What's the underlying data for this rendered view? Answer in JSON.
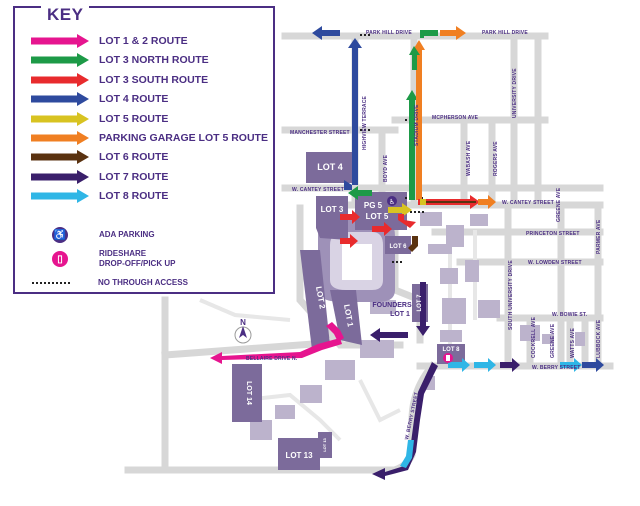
{
  "key": {
    "title": "KEY",
    "routes": [
      {
        "label": "LOT 1 & 2 ROUTE",
        "color": "#e6158f"
      },
      {
        "label": "LOT 3 NORTH ROUTE",
        "color": "#1d9a47"
      },
      {
        "label": "LOT 3 SOUTH ROUTE",
        "color": "#e82b2d"
      },
      {
        "label": "LOT 4 ROUTE",
        "color": "#2e4a9e"
      },
      {
        "label": "LOT 5 ROUTE",
        "color": "#d8c321"
      },
      {
        "label": "PARKING GARAGE LOT 5 ROUTE",
        "color": "#f07f22"
      },
      {
        "label": "LOT 6 ROUTE",
        "color": "#5a3210"
      },
      {
        "label": "LOT 7 ROUTE",
        "color": "#3a1f6b"
      },
      {
        "label": "LOT 8 ROUTE",
        "color": "#2fb6e6"
      }
    ],
    "ada_label": "ADA PARKING",
    "rideshare_label_1": "RIDESHARE",
    "rideshare_label_2": "DROP-OFF/PICK UP",
    "no_through_label": "NO THROUGH ACCESS"
  },
  "lots": {
    "lot4": "LOT 4",
    "lot3": "LOT 3",
    "pg5": "PG 5",
    "lot5": "LOT 5",
    "lot6": "LOT 6",
    "lot2": "LOT 2",
    "lot1": "LOT 1",
    "lot7": "LOT 7",
    "lot8": "LOT 8",
    "lot14": "LOT 14",
    "lot13": "LOT 13",
    "lot13b": "LOT 13"
  },
  "streets": {
    "park_hill_1": "PARK HILL DRIVE",
    "park_hill_2": "PARK HILL DRIVE",
    "manchester": "MANCHESTER STREET",
    "highview": "HIGHVIEW TERRACE",
    "mcpherson": "MCPHERSON AVE",
    "stadium": "STADIUM DRIVE",
    "boyd": "BOYD AVE",
    "wabash": "WABASH AVE",
    "rogers": "ROGERS AVE",
    "university": "UNIVERSITY DRIVE",
    "w_cantey_1": "W. CANTEY STREET",
    "w_cantey_2": "W. CANTEY STREET",
    "greene_1": "GREENE AVE",
    "princeton": "PRINCETON STREET",
    "parmer": "PARMER AVE",
    "w_lowden": "W. LOWDEN STREET",
    "s_university": "SOUTH UNIVERSITY DRIVE",
    "w_bowie": "W. BOWIE ST.",
    "cockrell": "COCKRELL AVE",
    "greene_2": "GREENE AVE",
    "watts": "WATTS AVE",
    "lubbock": "LUBBOCK AVE",
    "w_berry_1": "W. BERRY STREET",
    "w_berry_2": "W. BERRY STREET",
    "bellaire": "BELLAIRE DRIVE N.",
    "founders_1": "FOUNDERS",
    "founders_2": "LOT 1",
    "north": "N"
  }
}
